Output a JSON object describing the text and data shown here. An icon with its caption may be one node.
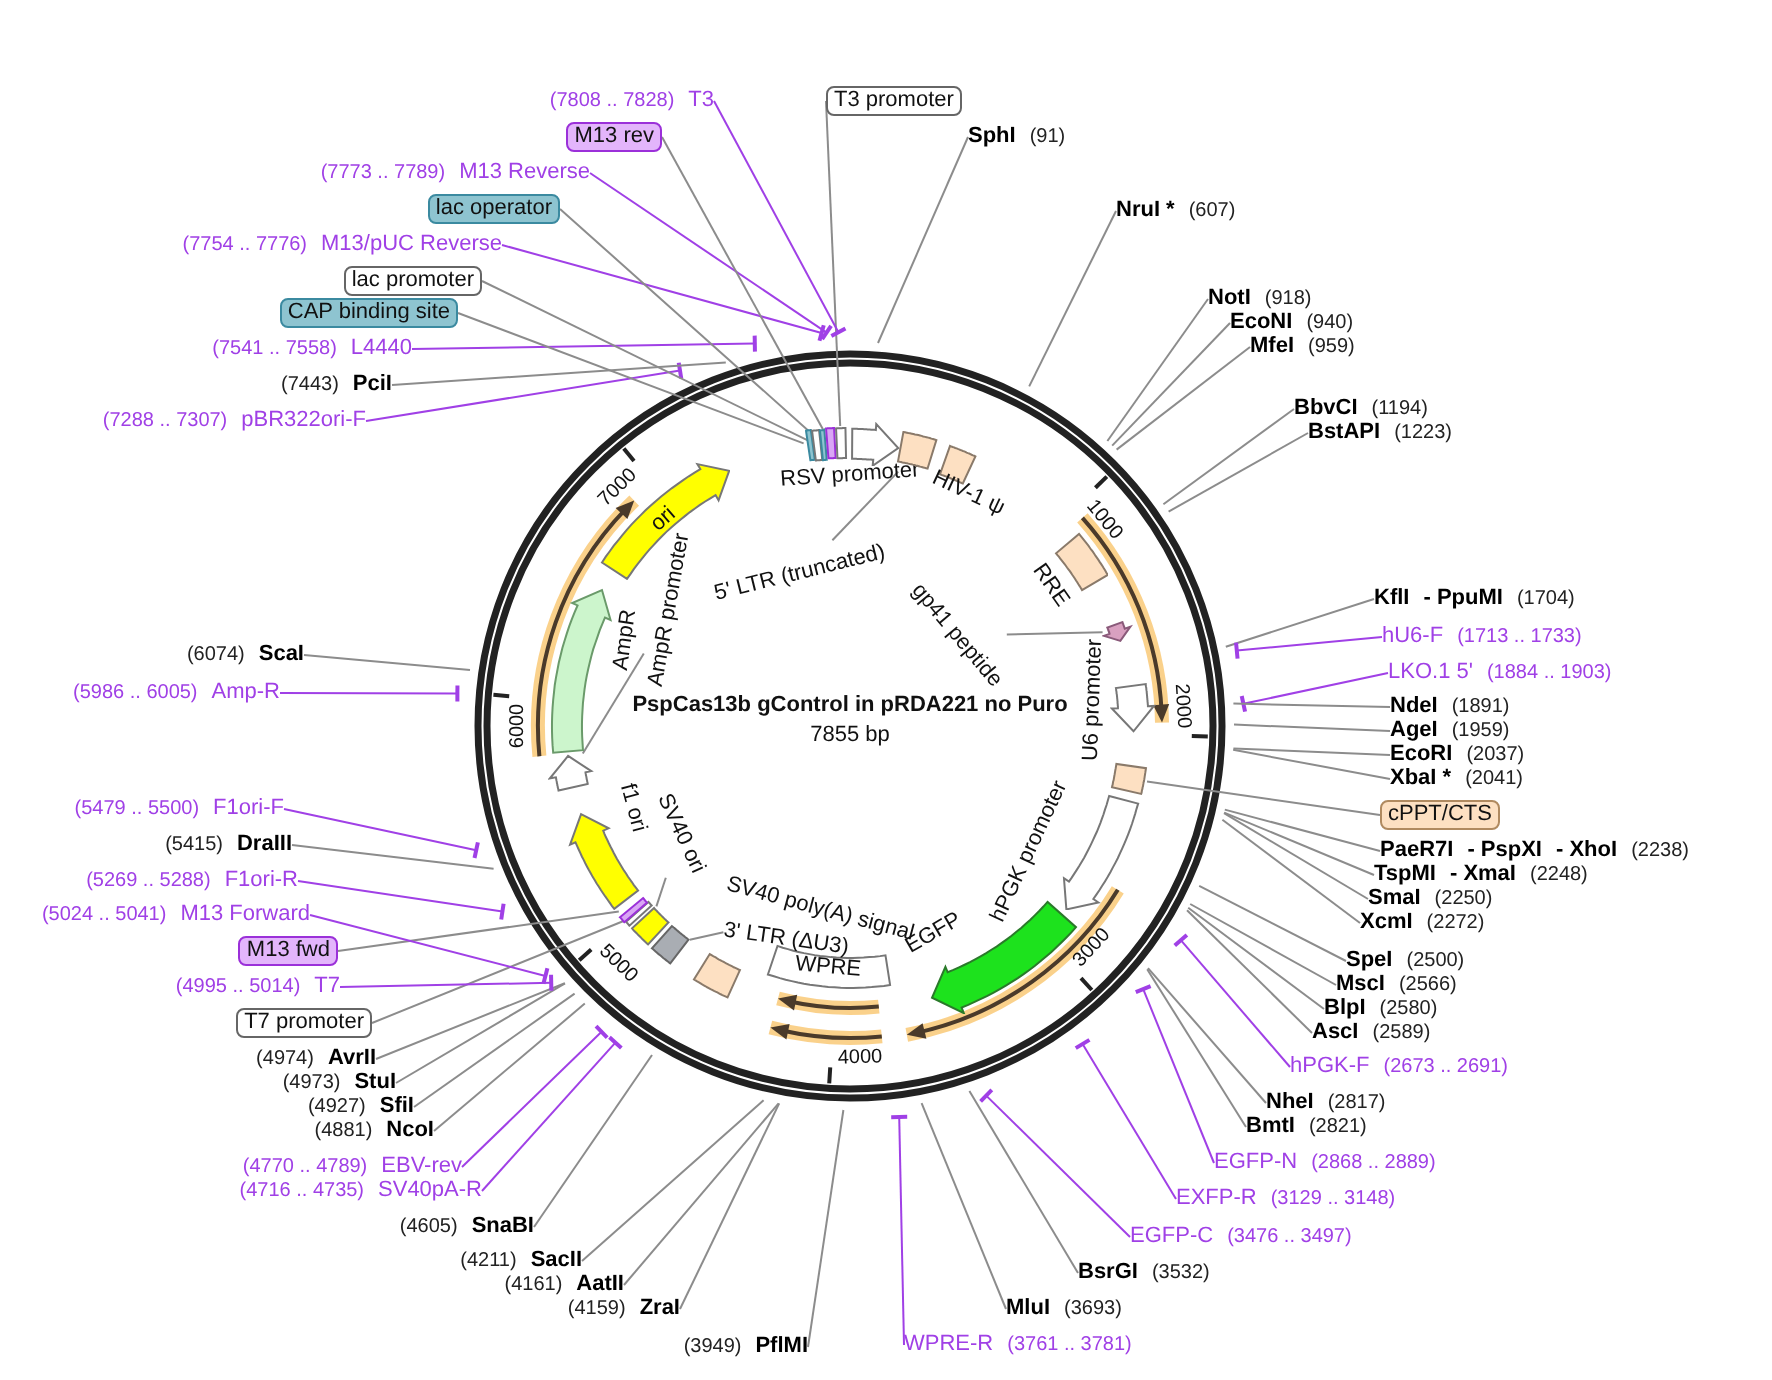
{
  "diagram": {
    "title": "PspCas13b gControl in pRDA221 no Puro",
    "nodes": [
      {
        "text": [
          "T3 promoter"
        ]
      },
      {
        "text": [
          "SphI",
          "(91)"
        ]
      },
      {
        "text": [
          "NruI *",
          "(607)"
        ]
      },
      {
        "text": [
          "NotI",
          "(918)"
        ]
      },
      {
        "text": [
          "EcoNI",
          "(940)"
        ]
      },
      {
        "text": [
          "MfeI",
          "(959)"
        ]
      },
      {
        "text": [
          "BbvCI",
          "(1194)"
        ]
      },
      {
        "text": [
          "BstAPI",
          "(1223)"
        ]
      },
      {
        "text": [
          "KflI",
          "- PpuMI",
          "(1704)"
        ]
      },
      {
        "text": [
          "hU6-F",
          "(1713 .. 1733)"
        ]
      },
      {
        "text": [
          "LKO.1 5'",
          "(1884 .. 1903)"
        ]
      },
      {
        "text": [
          "NdeI",
          "(1891)"
        ]
      },
      {
        "text": [
          "AgeI",
          "(1959)"
        ]
      },
      {
        "text": [
          "EcoRI",
          "(2037)"
        ]
      },
      {
        "text": [
          "XbaI *",
          "(2041)"
        ]
      },
      {
        "text": [
          "cPPT/CTS"
        ]
      },
      {
        "text": [
          "PaeR7I",
          "- PspXI",
          "- XhoI",
          "(2238)"
        ]
      },
      {
        "text": [
          "TspMI",
          "- XmaI",
          "(2248)"
        ]
      },
      {
        "text": [
          "SmaI",
          "(2250)"
        ]
      },
      {
        "text": [
          "XcmI",
          "(2272)"
        ]
      },
      {
        "text": [
          "SpeI",
          "(2500)"
        ]
      },
      {
        "text": [
          "MscI",
          "(2566)"
        ]
      },
      {
        "text": [
          "BlpI",
          "(2580)"
        ]
      },
      {
        "text": [
          "AscI",
          "(2589)"
        ]
      },
      {
        "text": [
          "hPGK-F",
          "(2673 .. 2691)"
        ]
      },
      {
        "text": [
          "NheI",
          "(2817)"
        ]
      },
      {
        "text": [
          "BmtI",
          "(2821)"
        ]
      },
      {
        "text": [
          "EGFP-N",
          "(2868 .. 2889)"
        ]
      },
      {
        "text": [
          "EXFP-R",
          "(3129 .. 3148)"
        ]
      },
      {
        "text": [
          "EGFP-C",
          "(3476 .. 3497)"
        ]
      },
      {
        "text": [
          "BsrGI",
          "(3532)"
        ]
      },
      {
        "text": [
          "MluI",
          "(3693)"
        ]
      },
      {
        "text": [
          "WPRE-R",
          "(3761 .. 3781)"
        ]
      },
      {
        "text": [
          "(3949)",
          "PflMI"
        ]
      },
      {
        "text": [
          "(4159)",
          "ZraI"
        ]
      },
      {
        "text": [
          "(4161)",
          "AatII"
        ]
      },
      {
        "text": [
          "(4211)",
          "SacII"
        ]
      },
      {
        "text": [
          "(4605)",
          "SnaBI"
        ]
      },
      {
        "text": [
          "(4716 .. 4735)",
          "SV40pA-R"
        ]
      },
      {
        "text": [
          "(4770 .. 4789)",
          "EBV-rev"
        ]
      },
      {
        "text": [
          "(4881)",
          "NcoI"
        ]
      },
      {
        "text": [
          "(4927)",
          "SfiI"
        ]
      },
      {
        "text": [
          "(4973)",
          "StuI"
        ]
      },
      {
        "text": [
          "(4974)",
          "AvrII"
        ]
      },
      {
        "text": [
          "T7 promoter"
        ]
      },
      {
        "text": [
          "(4995 .. 5014)",
          "T7"
        ]
      },
      {
        "text": [
          "M13 fwd"
        ]
      },
      {
        "text": [
          "(5024 .. 5041)",
          "M13 Forward"
        ]
      },
      {
        "text": [
          "(5269 .. 5288)",
          "F1ori-R"
        ]
      },
      {
        "text": [
          "(5415)",
          "DraIII"
        ]
      },
      {
        "text": [
          "(5479 .. 5500)",
          "F1ori-F"
        ]
      },
      {
        "text": [
          "(5986 .. 6005)",
          "Amp-R"
        ]
      },
      {
        "text": [
          "(6074)",
          "ScaI"
        ]
      },
      {
        "text": [
          "(7288 .. 7307)",
          "pBR322ori-F"
        ]
      },
      {
        "text": [
          "(7443)",
          "PciI"
        ]
      },
      {
        "text": [
          "(7541 .. 7558)",
          "L4440"
        ]
      },
      {
        "text": [
          "CAP binding site"
        ]
      },
      {
        "text": [
          "lac promoter"
        ]
      },
      {
        "text": [
          "(7754 .. 7776)",
          "M13/pUC Reverse"
        ]
      },
      {
        "text": [
          "lac operator"
        ]
      },
      {
        "text": [
          "(7773 .. 7789)",
          "M13 Reverse"
        ]
      },
      {
        "text": [
          "M13 rev"
        ]
      },
      {
        "text": [
          "(7808 .. 7828)",
          "T3"
        ]
      },
      {
        "text": [],
        "shape": "arrow",
        "beside": [
          "RSV promoter"
        ]
      },
      {
        "text": [],
        "shape": "box"
      },
      {
        "text": [
          "5' LTR (truncated)"
        ]
      },
      {
        "text": [],
        "shape": "box",
        "beside": [
          "HIV-1 ψ"
        ]
      },
      {
        "text": [],
        "shape": "box",
        "beside": [
          "RRE"
        ]
      },
      {
        "text": [],
        "shape": "arrow"
      },
      {
        "text": [
          "gp41 peptide"
        ]
      },
      {
        "text": [],
        "shape": "arrow",
        "beside": [
          "U6 promoter"
        ]
      },
      {
        "text": [],
        "shape": "box"
      },
      {
        "text": [],
        "shape": "arrow",
        "beside": [
          "hPGK promoter"
        ]
      },
      {
        "text": [],
        "shape": "arrow",
        "beside": [
          "EGFP"
        ]
      },
      {
        "text": [
          "WPRE"
        ]
      },
      {
        "text": [],
        "shape": "box",
        "beside": [
          "3' LTR (ΔU3)"
        ]
      },
      {
        "text": [],
        "shape": "box"
      },
      {
        "text": [
          "SV40 poly(A) signal"
        ]
      },
      {
        "text": [],
        "shape": "box"
      },
      {
        "text": [
          "SV40 ori"
        ]
      },
      {
        "text": [],
        "shape": "arrow",
        "beside": [
          "f1 ori"
        ]
      },
      {
        "text": [],
        "shape": "arrow"
      },
      {
        "text": [
          "AmpR promoter"
        ]
      },
      {
        "text": [],
        "shape": "arrow",
        "beside": [
          "AmpR"
        ]
      },
      {
        "text": [
          "ori"
        ]
      },
      {
        "text": [],
        "shape": "box"
      },
      {
        "text": [],
        "shape": "box"
      },
      {
        "text": [],
        "shape": "box"
      },
      {
        "text": [],
        "shape": "box"
      },
      {
        "text": [],
        "shape": "box"
      },
      {
        "text": [],
        "shape": "box"
      },
      {
        "text": [],
        "shape": "box"
      }
    ],
    "edges": [
      {
        "from": 0,
        "to": 89,
        "arrow": "none"
      },
      {
        "from": 1,
        "to": null,
        "arrow": "none"
      },
      {
        "from": 2,
        "to": null,
        "arrow": "none"
      },
      {
        "from": 3,
        "to": null,
        "arrow": "none"
      },
      {
        "from": 4,
        "to": null,
        "arrow": "none"
      },
      {
        "from": 5,
        "to": null,
        "arrow": "none"
      },
      {
        "from": 6,
        "to": null,
        "arrow": "none"
      },
      {
        "from": 7,
        "to": null,
        "arrow": "none"
      },
      {
        "from": 8,
        "to": null,
        "arrow": "none"
      },
      {
        "from": 9,
        "to": null,
        "arrow": "other",
        "color": "#a040e6"
      },
      {
        "from": 10,
        "to": null,
        "arrow": "other",
        "color": "#a040e6"
      },
      {
        "from": 11,
        "to": null,
        "arrow": "none"
      },
      {
        "from": 12,
        "to": null,
        "arrow": "none"
      },
      {
        "from": 13,
        "to": null,
        "arrow": "none"
      },
      {
        "from": 14,
        "to": null,
        "arrow": "none"
      },
      {
        "from": 15,
        "to": 71,
        "arrow": "none"
      },
      {
        "from": 16,
        "to": null,
        "arrow": "none"
      },
      {
        "from": 17,
        "to": null,
        "arrow": "none"
      },
      {
        "from": 18,
        "to": null,
        "arrow": "none"
      },
      {
        "from": 19,
        "to": null,
        "arrow": "none"
      },
      {
        "from": 20,
        "to": null,
        "arrow": "none"
      },
      {
        "from": 21,
        "to": null,
        "arrow": "none"
      },
      {
        "from": 22,
        "to": null,
        "arrow": "none"
      },
      {
        "from": 23,
        "to": null,
        "arrow": "none"
      },
      {
        "from": 24,
        "to": null,
        "arrow": "other",
        "color": "#a040e6"
      },
      {
        "from": 25,
        "to": null,
        "arrow": "none"
      },
      {
        "from": 26,
        "to": null,
        "arrow": "none"
      },
      {
        "from": 27,
        "to": null,
        "arrow": "other",
        "color": "#a040e6"
      },
      {
        "from": 28,
        "to": null,
        "arrow": "other",
        "color": "#a040e6"
      },
      {
        "from": 29,
        "to": null,
        "arrow": "other",
        "color": "#a040e6"
      },
      {
        "from": 30,
        "to": null,
        "arrow": "none"
      },
      {
        "from": 31,
        "to": null,
        "arrow": "none"
      },
      {
        "from": 32,
        "to": null,
        "arrow": "other",
        "color": "#a040e6"
      },
      {
        "from": 33,
        "to": null,
        "arrow": "none"
      },
      {
        "from": 34,
        "to": null,
        "arrow": "none"
      },
      {
        "from": 35,
        "to": null,
        "arrow": "none"
      },
      {
        "from": 36,
        "to": null,
        "arrow": "none"
      },
      {
        "from": 37,
        "to": null,
        "arrow": "none"
      },
      {
        "from": 38,
        "to": null,
        "arrow": "other",
        "color": "#a040e6"
      },
      {
        "from": 39,
        "to": null,
        "arrow": "other",
        "color": "#a040e6"
      },
      {
        "from": 40,
        "to": null,
        "arrow": "none"
      },
      {
        "from": 41,
        "to": null,
        "arrow": "none"
      },
      {
        "from": 42,
        "to": null,
        "arrow": "none"
      },
      {
        "from": 43,
        "to": null,
        "arrow": "none"
      },
      {
        "from": 44,
        "to": 90,
        "arrow": "none"
      },
      {
        "from": 45,
        "to": null,
        "arrow": "other",
        "color": "#a040e6"
      },
      {
        "from": 46,
        "to": 91,
        "arrow": "none"
      },
      {
        "from": 47,
        "to": null,
        "arrow": "other",
        "color": "#a040e6"
      },
      {
        "from": 48,
        "to": null,
        "arrow": "other",
        "color": "#a040e6"
      },
      {
        "from": 49,
        "to": null,
        "arrow": "none"
      },
      {
        "from": 50,
        "to": null,
        "arrow": "other",
        "color": "#a040e6"
      },
      {
        "from": 51,
        "to": null,
        "arrow": "other",
        "color": "#a040e6"
      },
      {
        "from": 52,
        "to": null,
        "arrow": "none"
      },
      {
        "from": 53,
        "to": null,
        "arrow": "other",
        "color": "#a040e6"
      },
      {
        "from": 54,
        "to": null,
        "arrow": "none"
      },
      {
        "from": 55,
        "to": null,
        "arrow": "other",
        "color": "#a040e6"
      },
      {
        "from": 56,
        "to": 85,
        "arrow": "none"
      },
      {
        "from": 57,
        "to": 86,
        "arrow": "none"
      },
      {
        "from": 58,
        "to": null,
        "arrow": "other",
        "color": "#a040e6"
      },
      {
        "from": 59,
        "to": 87,
        "arrow": "none"
      },
      {
        "from": 60,
        "to": null,
        "arrow": "other",
        "color": "#a040e6"
      },
      {
        "from": 61,
        "to": 88,
        "arrow": "none"
      },
      {
        "from": 62,
        "to": null,
        "arrow": "other",
        "color": "#a040e6"
      },
      {
        "from": 65,
        "to": 64,
        "arrow": "none"
      },
      {
        "from": 69,
        "to": 68,
        "arrow": "none"
      },
      {
        "from": 77,
        "to": 76,
        "arrow": "none"
      },
      {
        "from": 79,
        "to": 78,
        "arrow": "none"
      },
      {
        "from": 82,
        "to": 81,
        "arrow": "none"
      }
    ],
    "labels": [
      "1000",
      "2000",
      "3000",
      "4000",
      "5000",
      "6000",
      "7000",
      "7855 bp"
    ]
  }
}
